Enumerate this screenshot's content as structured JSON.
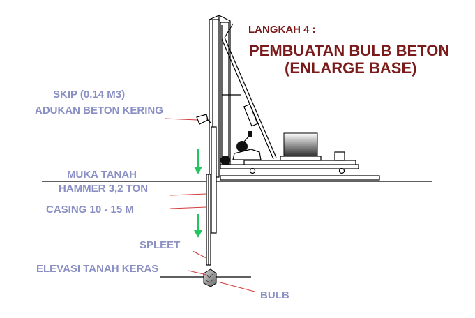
{
  "step_label": "LANGKAH 4 :",
  "title_line1": "PEMBUATAN BULB BETON",
  "title_line2": "(ENLARGE BASE)",
  "labels": {
    "skip_line1": "SKIP (0.14 M3)",
    "skip_line2": "ADUKAN BETON KERING",
    "muka_tanah": "MUKA TANAH",
    "hammer": "HAMMER 3,2 TON",
    "casing": "CASING  10 - 15 M",
    "spleet": "SPLEET",
    "elevasi": "ELEVASI TANAH KERAS",
    "bulb": "BULB"
  },
  "colors": {
    "title": "#7b1a1a",
    "label": "#8a8fc4",
    "pointer": "#d43a3a",
    "arrow": "#22c55e"
  },
  "icons": [
    "down-arrow-icon"
  ]
}
